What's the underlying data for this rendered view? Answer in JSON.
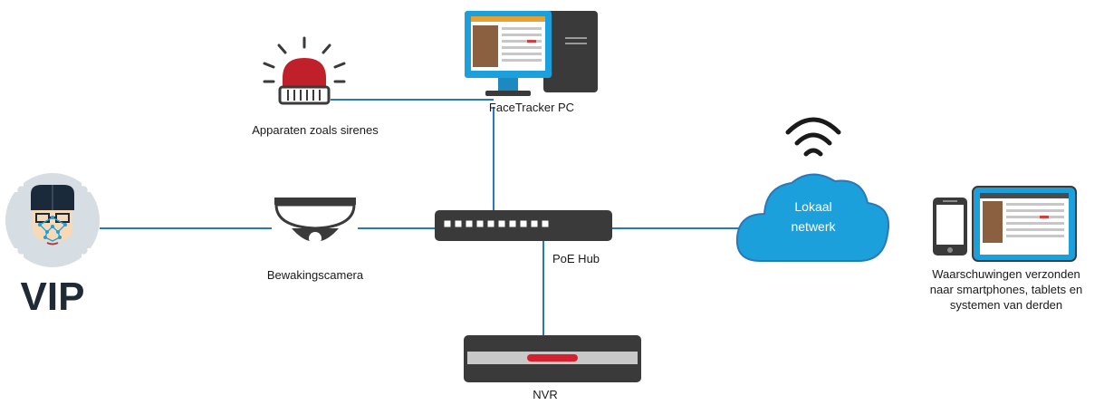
{
  "labels": {
    "vip": "VIP",
    "camera": "Bewakingscamera",
    "siren": "Apparaten zoals sirenes",
    "pc": "FaceTracker PC",
    "hub": "PoE Hub",
    "nvr": "NVR",
    "network_line1": "Lokaal",
    "network_line2": "netwerk",
    "alerts_line1": "Waarschuwingen verzonden",
    "alerts_line2": "naar smartphones, tablets en",
    "alerts_line3": "systemen van derden"
  },
  "colors": {
    "connection_line": "#2979b9",
    "cloud": "#1ca0dc",
    "device_dark": "#3a3a3a",
    "siren_red": "#c0202a",
    "face_bg": "#d6dde3"
  }
}
